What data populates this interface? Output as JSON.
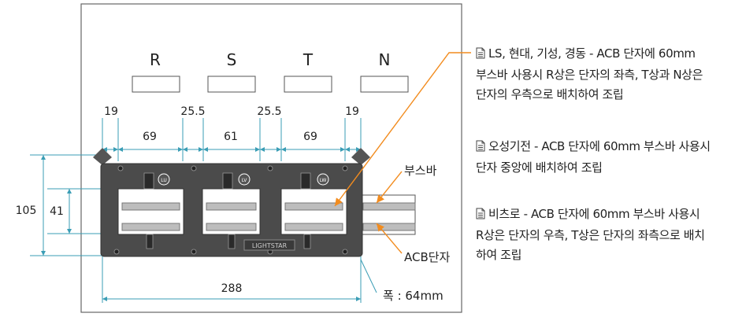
{
  "phases": [
    "R",
    "S",
    "T",
    "N"
  ],
  "dimensions": {
    "gap_outer_left": "19",
    "gap_inner_1": "25.5",
    "gap_inner_2": "25.5",
    "gap_outer_right": "19",
    "slot_1": "69",
    "slot_2": "61",
    "slot_3": "69",
    "total_height": "105",
    "inner_height": "41",
    "total_width": "288"
  },
  "device_logo": "LIGHTSTAR",
  "terminal_labels": [
    "LU",
    "LV",
    "LW"
  ],
  "callouts": {
    "busbar": "부스바",
    "acb_terminal": "ACB단자",
    "width_note": "폭 : 64mm"
  },
  "notes": [
    {
      "lines": [
        "LS, 현대, 기성, 경동 - ACB 단자에 60mm",
        "부스바 사용시 R상은 단자의 좌측, T상과 N상은",
        "단자의 우측으로 배치하여 조립"
      ]
    },
    {
      "lines": [
        "오성기전 - ACB 단자에 60mm 부스바 사용시",
        "단자 중앙에 배치하여 조립"
      ]
    },
    {
      "lines": [
        "비츠로 - ACB 단자에 60mm 부스바 사용시",
        "R상은 단자의 우측, T상은 단자의 좌측으로 배치",
        "하여 조립"
      ]
    }
  ],
  "colors": {
    "leader": "#f28c1f",
    "body": "#4b4b4b",
    "dim": "#3a9db5"
  }
}
